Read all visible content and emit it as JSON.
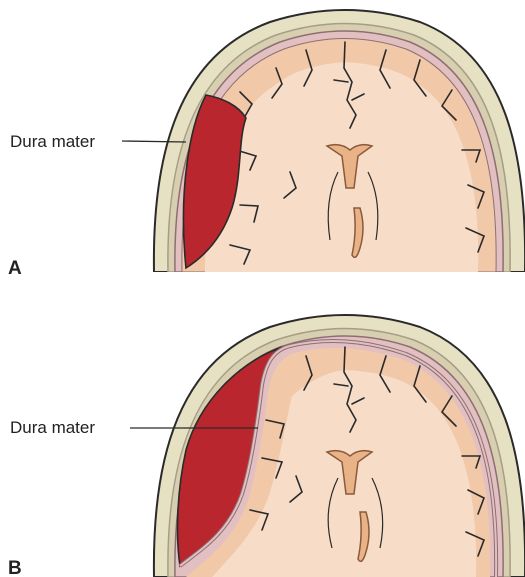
{
  "panels": [
    {
      "letter": "A",
      "label": "Dura mater",
      "type": "epidural"
    },
    {
      "letter": "B",
      "label": "Dura mater",
      "type": "subdural"
    }
  ],
  "colors": {
    "skull": "#e7e1c4",
    "skull_line": "#a59d86",
    "dura": "#e2bfc1",
    "dura_line": "#8d6f73",
    "cortex": "#f1c8a8",
    "white_matter": "#f7dcc8",
    "hematoma": "#b9262e",
    "ventricle": "#e9b287",
    "outline": "#2a2a2a"
  }
}
